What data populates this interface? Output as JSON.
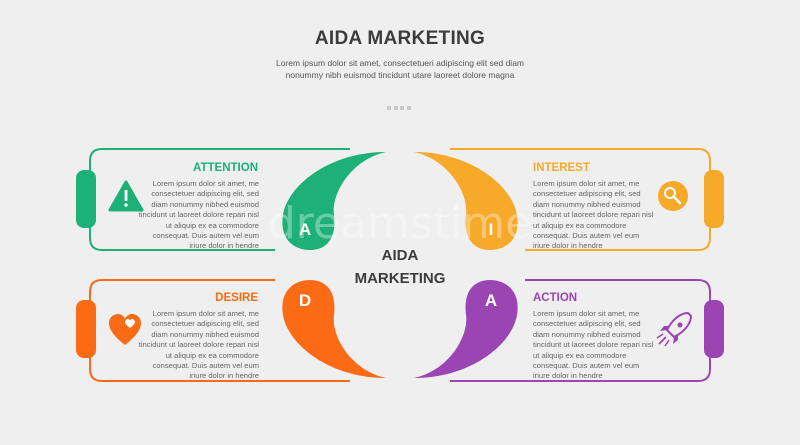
{
  "header": {
    "title": "AIDA MARKETING",
    "subtitle": "Lorem ipsum dolor sit amet, consectetueri adipiscing elit sed diam nonummy nibh euismod tincidunt utare laoreet dolore magna"
  },
  "center": {
    "line1": "AIDA",
    "line2": "MARKETING"
  },
  "watermark": "dreamstime",
  "colors": {
    "attention": "#1db079",
    "interest": "#f7a92a",
    "desire": "#fb6a14",
    "action": "#9b45b2"
  },
  "stages": {
    "attention": {
      "letter": "A",
      "heading": "ATTENTION",
      "icon": "warning-icon",
      "text": "Lorem ipsum dolor sit amet, me consectetuer adipiscing elit, sed diam nonummy nibhed euismod tincidunt ut laoreet dolore repari nisl ut aliquip ex ea commodore consequat. Duis autem vel eum iriure dolor in hendre"
    },
    "interest": {
      "letter": "I",
      "heading": "INTEREST",
      "icon": "magnifier-icon",
      "text": "Lorem ipsum dolor sit amet, me consectetuer adipiscing elit, sed diam nonummy nibhed euismod tincidunt ut laoreet dolore repari nisl ut aliquip ex ea commodore consequat. Duis autem vel eum iriure dolor in hendre"
    },
    "desire": {
      "letter": "D",
      "heading": "DESIRE",
      "icon": "heart-icon",
      "text": "Lorem ipsum dolor sit amet, me consectetuer adipiscing elit, sed diam nonummy nibhed euismod tincidunt ut laoreet dolore repari nisl ut aliquip ex ea commodore consequat. Duis autem vel eum iriure dolor in hendre"
    },
    "action": {
      "letter": "A",
      "heading": "ACTION",
      "icon": "rocket-icon",
      "text": "Lorem ipsum dolor sit amet, me consectetuer adipiscing elit, sed diam nonummy nibhed euismod tincidunt ut laoreet dolore repari nisl ut aliquip ex ea commodore consequat. Duis autem vel eum iriure dolor in hendre"
    }
  }
}
